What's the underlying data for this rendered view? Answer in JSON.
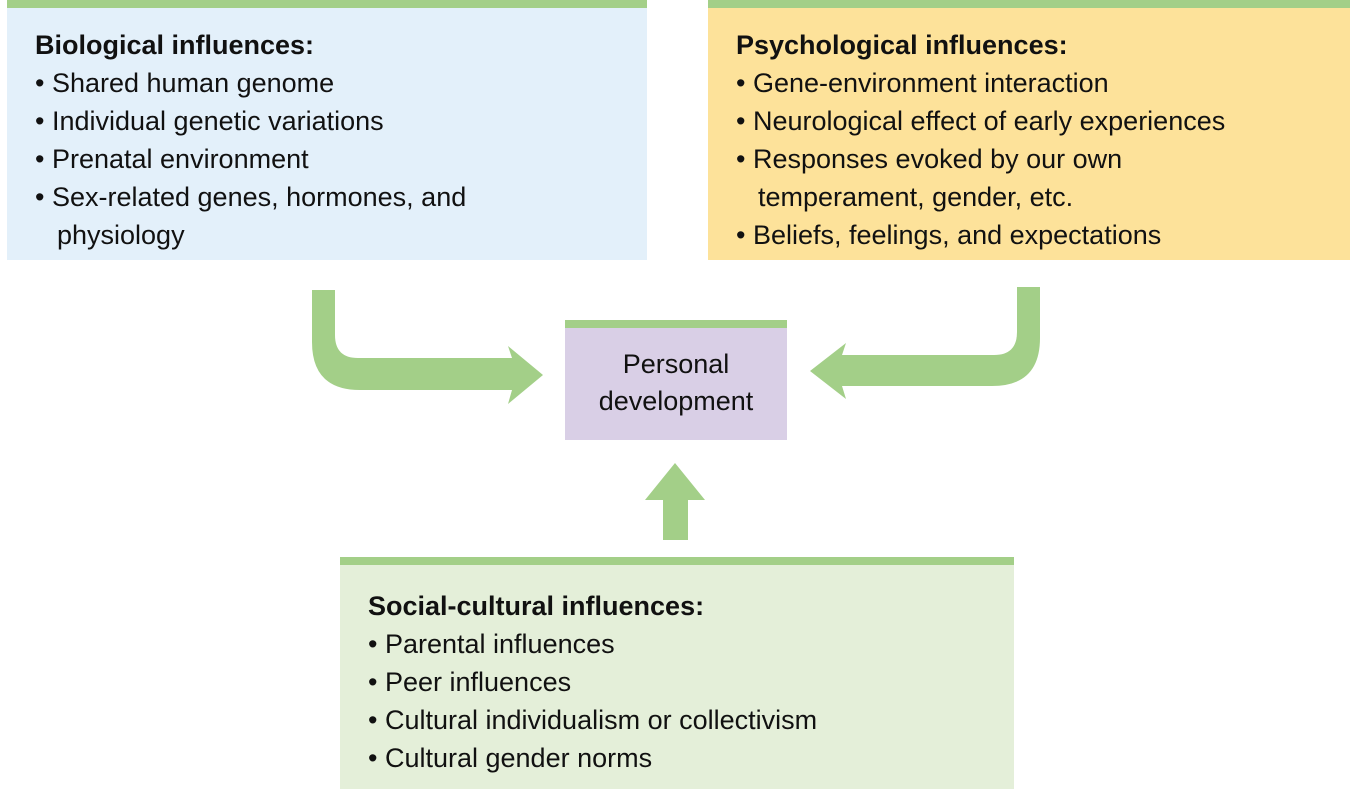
{
  "biological": {
    "title": "Biological influences:",
    "items": [
      "Shared human genome",
      "Individual genetic variations",
      "Prenatal environment",
      "Sex-related genes, hormones, and physiology"
    ]
  },
  "psychological": {
    "title": "Psychological influences:",
    "items": [
      "Gene-environment interaction",
      "Neurological effect of early experiences",
      "Responses evoked by our own temperament, gender, etc.",
      "Beliefs, feelings, and expectations"
    ]
  },
  "social": {
    "title": "Social-cultural influences:",
    "items": [
      "Parental influences",
      "Peer influences",
      "Cultural individualism or collectivism",
      "Cultural gender norms"
    ]
  },
  "center": {
    "line1": "Personal",
    "line2": "development"
  },
  "colors": {
    "arrow": "#a3cf88"
  }
}
